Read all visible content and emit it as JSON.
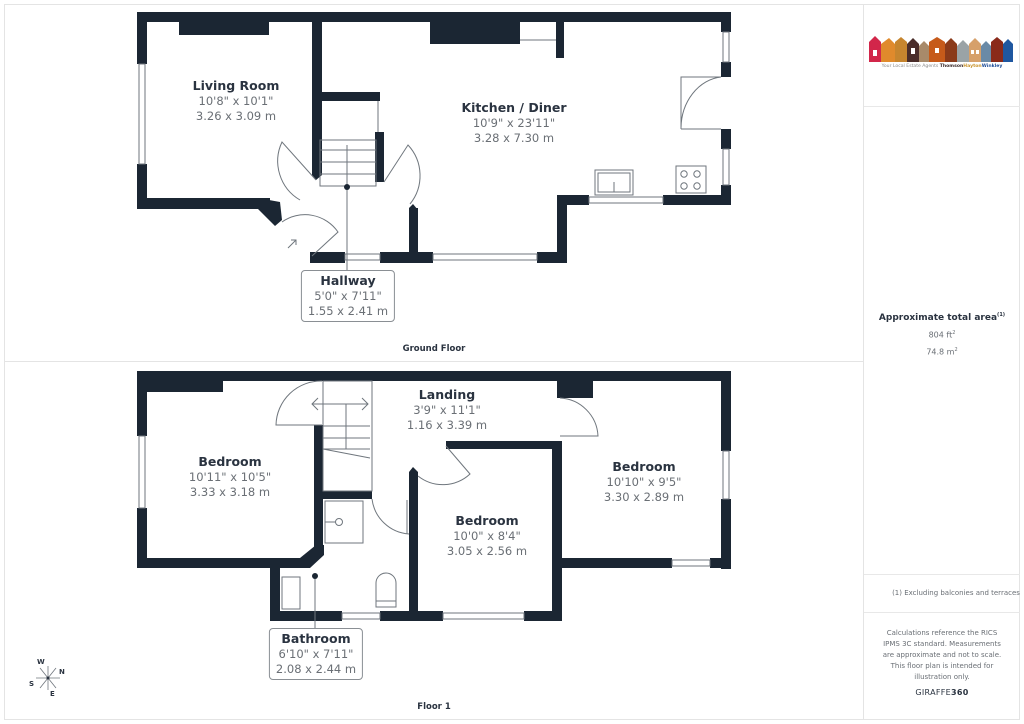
{
  "floors": [
    {
      "name": "Ground Floor",
      "rooms": [
        {
          "name": "Living Room",
          "imperial": "10'8\" x 10'1\"",
          "metric": "3.26 x 3.09 m"
        },
        {
          "name": "Kitchen / Diner",
          "imperial": "10'9\" x 23'11\"",
          "metric": "3.28 x 7.30 m"
        },
        {
          "name": "Hallway",
          "imperial": "5'0\" x 7'11\"",
          "metric": "1.55 x 2.41 m"
        }
      ]
    },
    {
      "name": "Floor 1",
      "rooms": [
        {
          "name": "Bedroom",
          "imperial": "10'11\" x 10'5\"",
          "metric": "3.33 x 3.18 m"
        },
        {
          "name": "Landing",
          "imperial": "3'9\" x 11'1\"",
          "metric": "1.16 x 3.39 m"
        },
        {
          "name": "Bedroom",
          "imperial": "10'10\" x 9'5\"",
          "metric": "3.30 x 2.89 m"
        },
        {
          "name": "Bedroom",
          "imperial": "10'0\" x 8'4\"",
          "metric": "3.05 x 2.56 m"
        },
        {
          "name": "Bathroom",
          "imperial": "6'10\" x 7'11\"",
          "metric": "2.08 x 2.44 m"
        }
      ]
    }
  ],
  "sidebar": {
    "logo": {
      "tagline": "Your Local Estate Agents",
      "brand_parts": [
        "Thomson",
        "Hayton",
        "Winkley"
      ],
      "brand_colors": [
        "#3a2a2a",
        "#c8922a",
        "#1f4f9a"
      ],
      "house_colors": [
        "#d2264a",
        "#e08a2c",
        "#c6852e",
        "#4a2d2a",
        "#a88a6a",
        "#c65a1a",
        "#8a3a1a",
        "#9aa3a6",
        "#d6a06a",
        "#6a8aa6",
        "#8a2a1a",
        "#8a7a6a",
        "#1f57a0"
      ]
    },
    "area": {
      "title": "Approximate total area",
      "footnote_mark": "(1)",
      "imperial_value": "804 ft",
      "metric_value": "74.8 m",
      "unit_power": "2"
    },
    "footnote": "(1) Excluding balconies and terraces",
    "disclaimer": "Calculations reference the RICS IPMS 3C standard. Measurements are approximate and not to scale. This floor plan is intended for illustration only.",
    "credit_light": "GIRAFFE",
    "credit_bold": "360"
  },
  "compass": {
    "w": "W",
    "n": "N",
    "s": "S",
    "e": "E"
  },
  "colors": {
    "wall": "#1b2633",
    "window": "#ffffff",
    "line": "#6f767d"
  }
}
